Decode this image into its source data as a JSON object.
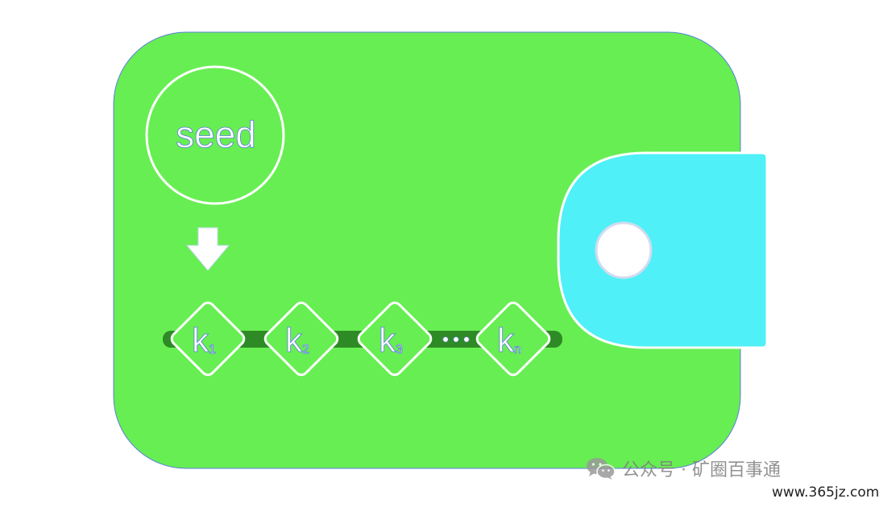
{
  "diagram": {
    "seed_label": "seed",
    "keys": [
      {
        "base": "k",
        "sub": "1"
      },
      {
        "base": "k",
        "sub": "2"
      },
      {
        "base": "k",
        "sub": "3"
      },
      {
        "base": "k",
        "sub": "n"
      }
    ],
    "ellipsis": "•••"
  },
  "colors": {
    "wallet_body": "#67ee52",
    "wallet_flap": "#4ff0f7",
    "chain": "#2e8a25",
    "stroke": "#ffffff"
  },
  "watermark": {
    "text": "公众号 · 矿圈百事通",
    "url": "www.365jz.com",
    "icon": "wechat-icon"
  }
}
